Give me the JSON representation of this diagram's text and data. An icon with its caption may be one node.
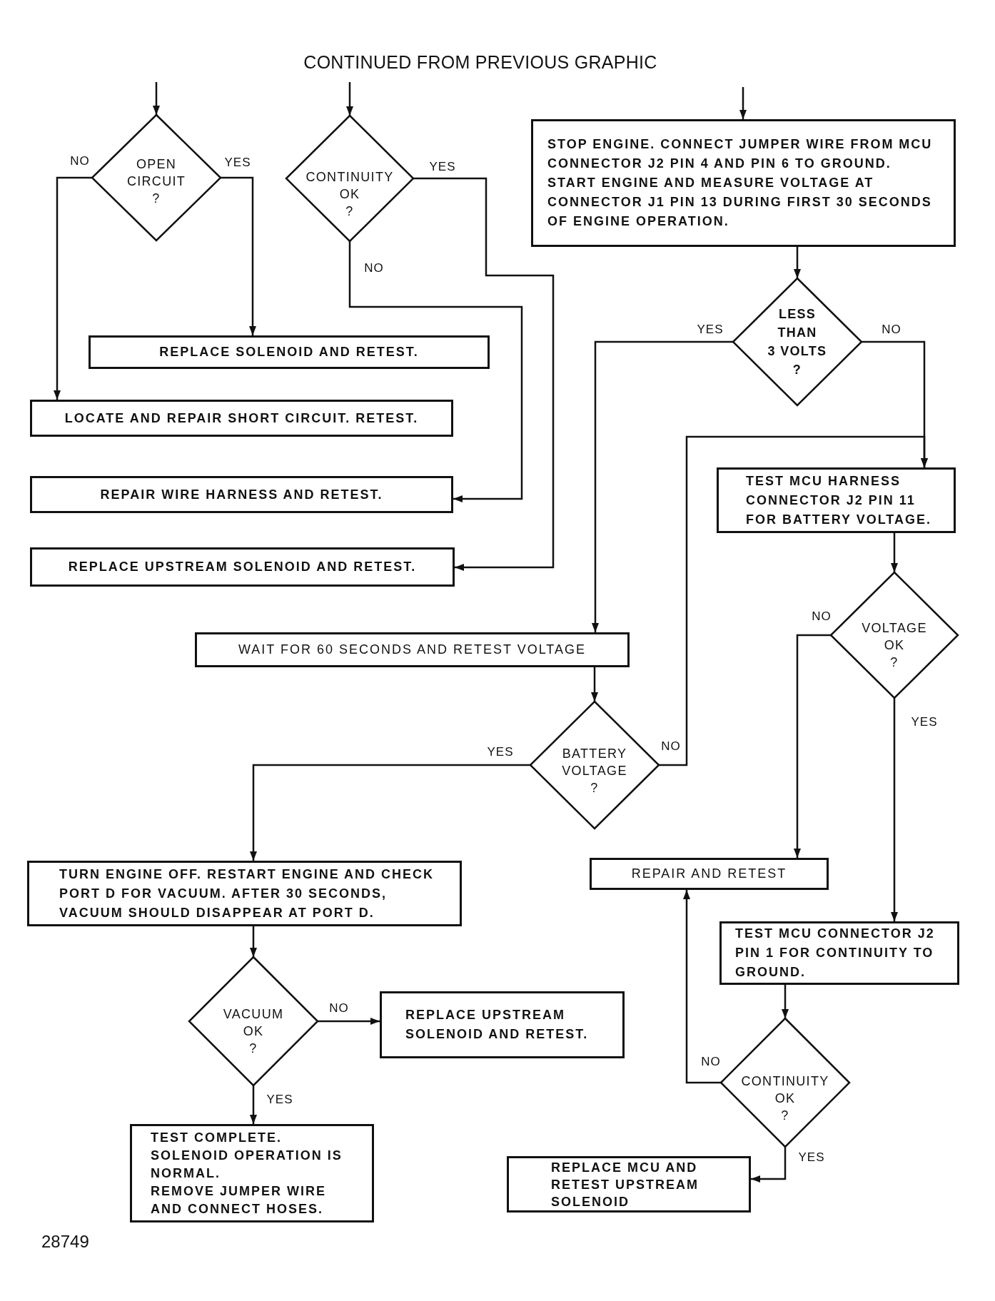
{
  "diagram": {
    "title": "CONTINUED FROM PREVIOUS GRAPHIC",
    "nodes": [
      {
        "text": [
          "OPEN CIRCUIT ?"
        ]
      },
      {
        "text": [
          "CONTINUITY OK ?"
        ]
      },
      {
        "text": [
          "STOP ENGINE. CONNECT JUMPER WIRE FROM MCU CONNECTOR J2 PIN 4 AND PIN 6 TO GROUND. START ENGINE AND MEASURE VOLTAGE AT CONNECTOR J1 PIN 13 DURING FIRST 30 SECONDS OF ENGINE OPERATION."
        ]
      },
      {
        "text": [
          "LESS THAN 3 VOLTS ?"
        ]
      },
      {
        "text": [
          "REPLACE SOLENOID AND RETEST."
        ]
      },
      {
        "text": [
          "LOCATE AND REPAIR SHORT CIRCUIT. RETEST."
        ]
      },
      {
        "text": [
          "TEST MCU HARNESS CONNECTOR J2 PIN 11 FOR BATTERY VOLTAGE."
        ]
      },
      {
        "text": [
          "REPAIR WIRE HARNESS AND RETEST."
        ]
      },
      {
        "text": [
          "REPLACE UPSTREAM SOLENOID AND RETEST."
        ]
      },
      {
        "text": [
          "VOLTAGE OK ?"
        ]
      },
      {
        "text": [
          "WAIT FOR 60 SECONDS AND RETEST VOLTAGE"
        ]
      },
      {
        "text": [
          "BATTERY VOLTAGE ?"
        ]
      },
      {
        "text": [
          "REPAIR AND RETEST"
        ]
      },
      {
        "text": [
          "TURN ENGINE OFF. RESTART ENGINE AND CHECK PORT D FOR VACUUM. AFTER 30 SECONDS, VACUUM SHOULD DISAPPEAR AT PORT D."
        ]
      },
      {
        "text": [
          "TEST MCU CONNECTOR J2 PIN 1 FOR CONTINUITY TO GROUND."
        ]
      },
      {
        "text": [
          "VACUUM OK ?"
        ]
      },
      {
        "text": [
          "REPLACE UPSTREAM SOLENOID AND RETEST."
        ]
      },
      {
        "text": [
          "CONTINUITY OK ?"
        ]
      },
      {
        "text": [
          "TEST COMPLETE.",
          "SOLENOID OPERATION IS NORMAL.",
          "REMOVE JUMPER WIRE AND CONNECT HOSES."
        ]
      },
      {
        "text": [
          "REPLACE MCU AND RETEST UPSTREAM SOLENOID"
        ]
      }
    ],
    "edges": [
      {
        "from": null,
        "to": 0,
        "arrow": "to"
      },
      {
        "from": null,
        "to": 1,
        "arrow": "to"
      },
      {
        "from": null,
        "to": 2,
        "arrow": "to"
      },
      {
        "from": 0,
        "to": 5,
        "label": "NO",
        "arrow": "to"
      },
      {
        "from": 0,
        "to": 4,
        "label": "YES",
        "arrow": "to"
      },
      {
        "from": 1,
        "to": 8,
        "label": "YES",
        "arrow": "to"
      },
      {
        "from": 1,
        "to": 7,
        "label": "NO",
        "arrow": "to"
      },
      {
        "from": 2,
        "to": 3,
        "arrow": "to"
      },
      {
        "from": 3,
        "to": 10,
        "label": "YES",
        "arrow": "to"
      },
      {
        "from": 3,
        "to": 6,
        "label": "NO",
        "arrow": "to"
      },
      {
        "from": 6,
        "to": 9,
        "arrow": "to"
      },
      {
        "from": 9,
        "to": 12,
        "label": "NO",
        "arrow": "to"
      },
      {
        "from": 9,
        "to": 14,
        "label": "YES",
        "arrow": "to"
      },
      {
        "from": 10,
        "to": 11,
        "arrow": "to"
      },
      {
        "from": 11,
        "to": 13,
        "label": "YES",
        "arrow": "to"
      },
      {
        "from": 11,
        "to": 6,
        "label": "NO",
        "arrow": "to"
      },
      {
        "from": 13,
        "to": 15,
        "arrow": "to"
      },
      {
        "from": 15,
        "to": 16,
        "label": "NO",
        "arrow": "to"
      },
      {
        "from": 15,
        "to": 18,
        "label": "YES",
        "arrow": "to"
      },
      {
        "from": 14,
        "to": 17,
        "arrow": "to"
      },
      {
        "from": 17,
        "to": 12,
        "label": "NO",
        "arrow": "to"
      },
      {
        "from": 17,
        "to": 19,
        "label": "YES",
        "arrow": "to"
      }
    ],
    "labels": [
      "28749"
    ]
  }
}
